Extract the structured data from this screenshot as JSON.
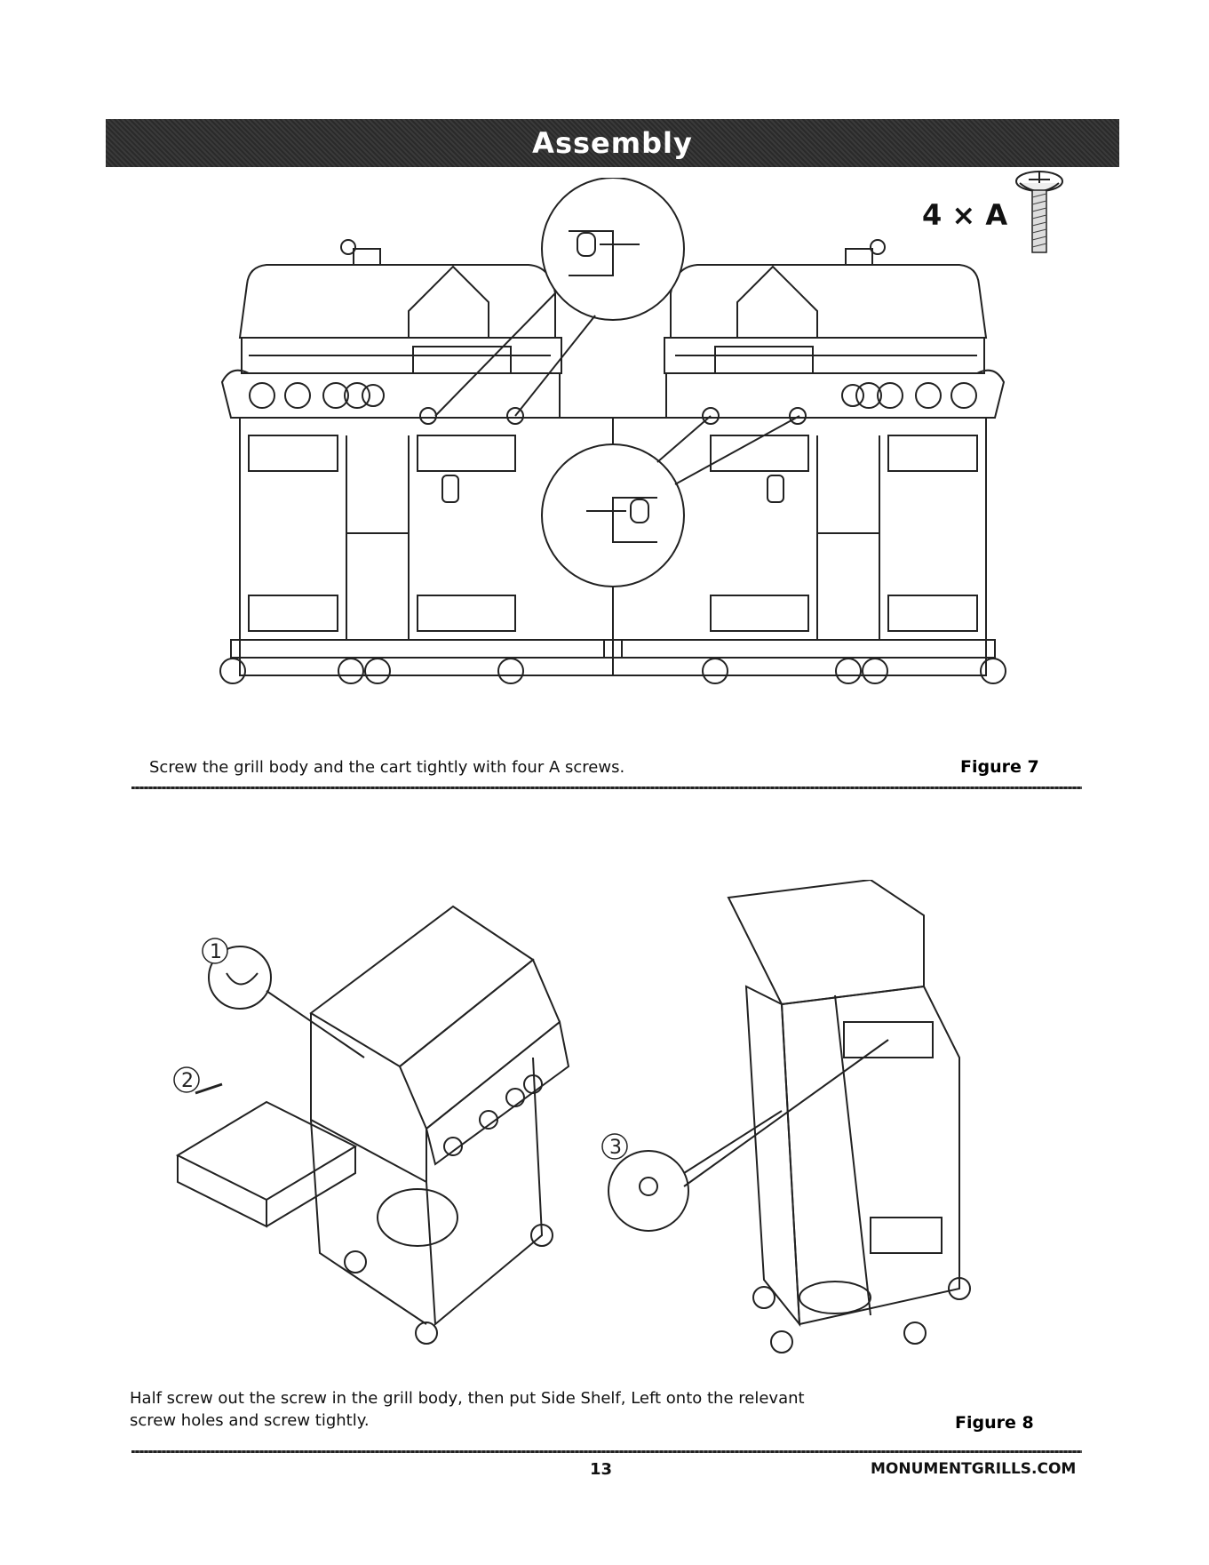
{
  "header": {
    "title": "Assembly"
  },
  "parts": {
    "quantity_label": "4 × A"
  },
  "figure7": {
    "caption": "Screw the grill body and the cart tightly with four A screws.",
    "label": "Figure 7"
  },
  "figure8": {
    "caption_line1": "Half screw out the screw in the grill body, then put Side Shelf, Left onto the relevant",
    "caption_line2": "screw holes and screw tightly.",
    "label": "Figure 8",
    "steps": [
      "1",
      "2",
      "3"
    ]
  },
  "footer": {
    "page_number": "13",
    "website": "MONUMENTGRILLS.COM"
  }
}
